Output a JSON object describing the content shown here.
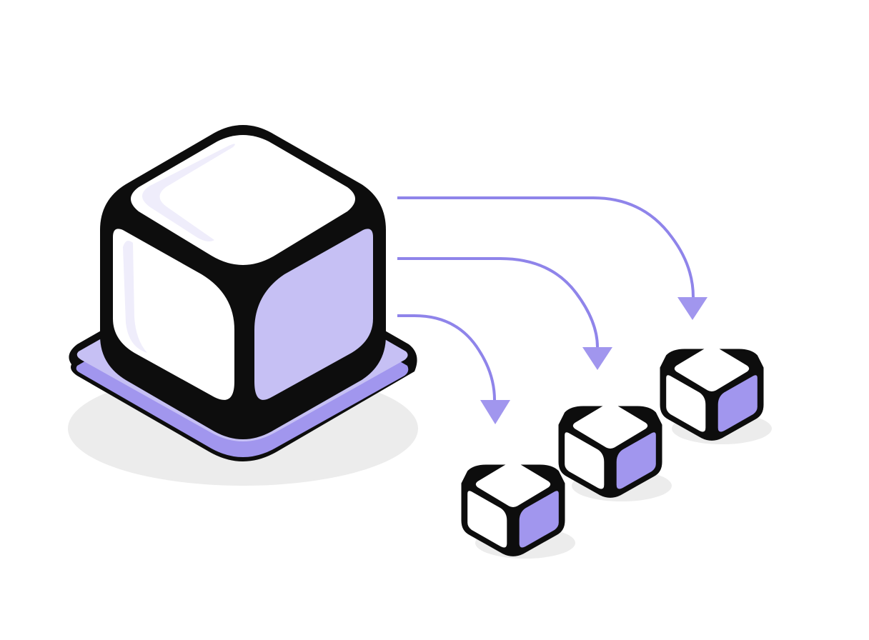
{
  "diagram": {
    "nodes": [
      {
        "id": "source-cube",
        "role": "large cube on base",
        "icon": "cube-icon"
      },
      {
        "id": "target-cube-1",
        "role": "small cube",
        "icon": "cube-icon"
      },
      {
        "id": "target-cube-2",
        "role": "small cube",
        "icon": "cube-icon"
      },
      {
        "id": "target-cube-3",
        "role": "small cube",
        "icon": "cube-icon"
      }
    ],
    "edges": [
      {
        "from": "source-cube",
        "to": "target-cube-1"
      },
      {
        "from": "source-cube",
        "to": "target-cube-2"
      },
      {
        "from": "source-cube",
        "to": "target-cube-3"
      }
    ]
  },
  "colors": {
    "background": "#ffffff",
    "outline": "#0d0d0d",
    "face_white": "#ffffff",
    "face_highlight": "#efedfb",
    "face_purple_light": "#c6c0f4",
    "face_purple": "#a196ee",
    "arrow": "#8f84ea",
    "shadow": "#ececec"
  }
}
